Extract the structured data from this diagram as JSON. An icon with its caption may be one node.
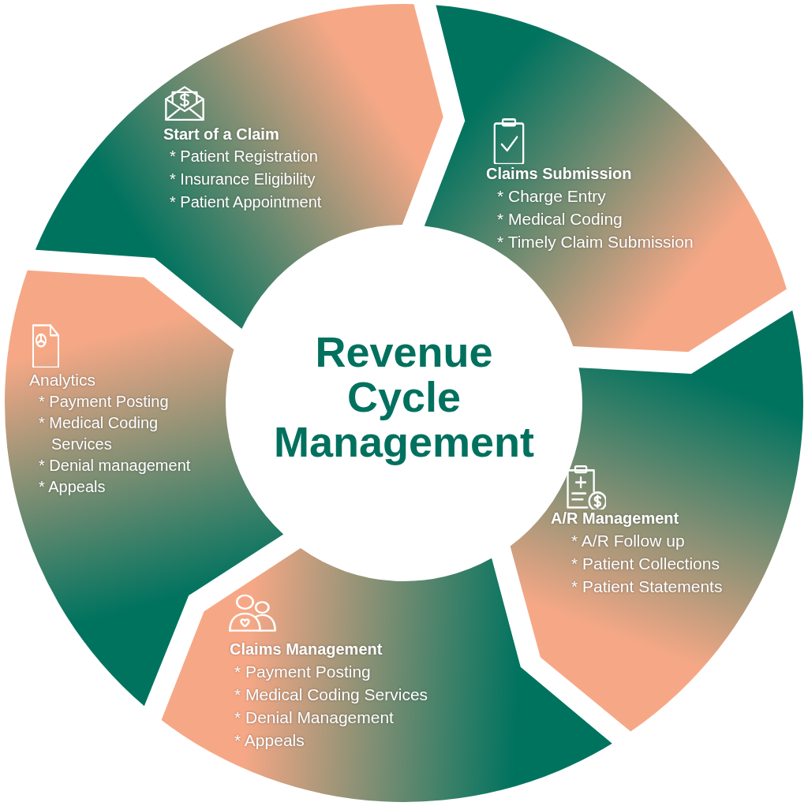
{
  "diagram": {
    "title": "Revenue Cycle Management",
    "nodes": [
      {
        "text": [
          "Start of a Claim",
          "* Patient Registration",
          "* Insurance Eligibility",
          "* Patient Appointment"
        ]
      },
      {
        "text": [
          "Claims Submission",
          "* Charge Entry",
          "* Medical Coding",
          "* Timely Claim Submission"
        ]
      },
      {
        "text": [
          "A/R Management",
          "* A/R Follow up",
          "* Patient Collections",
          "* Patient Statements"
        ]
      },
      {
        "text": [
          "Claims Management",
          "* Payment Posting",
          "* Medical Coding Services",
          "* Denial Management",
          "* Appeals"
        ]
      },
      {
        "text": [
          "Analytics",
          "* Payment Posting",
          "* Medical Coding Services",
          "* Denial management",
          "* Appeals"
        ]
      }
    ]
  }
}
